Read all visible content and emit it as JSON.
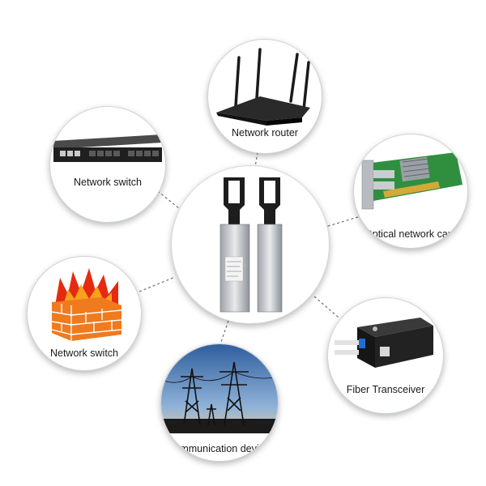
{
  "center": {
    "icon": "sfp-transceiver-modules-icon"
  },
  "nodes": {
    "router": {
      "label": "Network router",
      "icon": "wifi-router-icon"
    },
    "switch_top": {
      "label": "Network switch",
      "icon": "rack-switch-icon"
    },
    "network_card": {
      "label": "Optical network card",
      "icon": "network-card-icon"
    },
    "firewall": {
      "label": "Network switch",
      "icon": "firewall-icon"
    },
    "fiber": {
      "label": "Fiber Transceiver",
      "icon": "media-converter-icon"
    },
    "communication": {
      "label": "communication device",
      "icon": "power-tower-icon"
    }
  },
  "colors": {
    "connector": "#6f6f6f",
    "bubble_border": "#cfd4da",
    "firewall_flame": "#e62a10",
    "firewall_brick": "#f07a1e",
    "pcb_green": "#2f8f3e",
    "sky_blue": "#3f6fb0"
  }
}
